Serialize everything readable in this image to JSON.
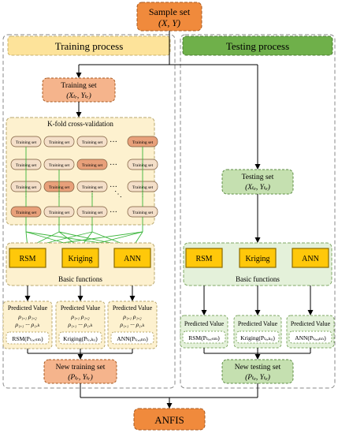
{
  "colors": {
    "orange": "#F08A3C",
    "orange_light": "#F5B48C",
    "train_header": "#FDE39A",
    "test_header": "#6FB04A",
    "green_light": "#C5E0B0",
    "green_pale": "#E4F1DA",
    "yellow_pale": "#FDF1CF",
    "yellow_box": "#FFC80A",
    "chip_fill": "#F4DFC9",
    "chip_dark": "#E8A07A",
    "green_line": "#3AB53A"
  },
  "top": {
    "line1": "Sample set",
    "line2": "(X, Y)"
  },
  "bottom": {
    "label": "ANFIS"
  },
  "training": {
    "header": "Training process",
    "set_line1": "Training set",
    "set_line2": "(Xₜᵣ, Yₜᵣ)",
    "kfold_title": "K-fold cross-validation",
    "chip": "Training set",
    "dots": "···",
    "vdots": "⋮",
    "ddots": "⋱",
    "models": [
      "RSM",
      "Kriging",
      "ANN"
    ],
    "basic": "Basic functions",
    "pred_title": "Predicted Value",
    "pred_lines": [
      [
        "ρ₁,₁ ρ₁,₂",
        "ρ₁,₁ ··· ρ₁,ₖ"
      ],
      [
        "ρ₁,₁ ρ₁,₂",
        "ρ₁,₁ ··· ρ₁,ₖ"
      ],
      [
        "ρ₁,₁ ρ₁,₂",
        "ρ₁,₁ ··· ρ₁,ₖ"
      ]
    ],
    "pred_results": [
      "RSM(Pₜᵣ,ᵣₛₘ)",
      "Kriging(Pₜᵣ,ₖᵣᵢ)",
      "ANN(Pₜᵣ,ₐₙₙ)"
    ],
    "new_line1": "New training set",
    "new_line2": "(Pₜᵣ, Yₜᵣ)"
  },
  "testing": {
    "header": "Testing process",
    "set_line1": "Testing set",
    "set_line2": "(Xₜₑ, Yₜₑ)",
    "models": [
      "RSM",
      "Kriging",
      "ANN"
    ],
    "basic": "Basic functions",
    "pred_title": "Predicted Value",
    "pred_results": [
      "RSM(Pₜₑ,ᵣₛₘ)",
      "Kriging(Pₜₑ,ₖᵣᵢ)",
      "ANN(Pₜₑ,ₐₙₙ)"
    ],
    "new_line1": "New testing set",
    "new_line2": "(Pₜₑ, Yₜₑ)"
  }
}
